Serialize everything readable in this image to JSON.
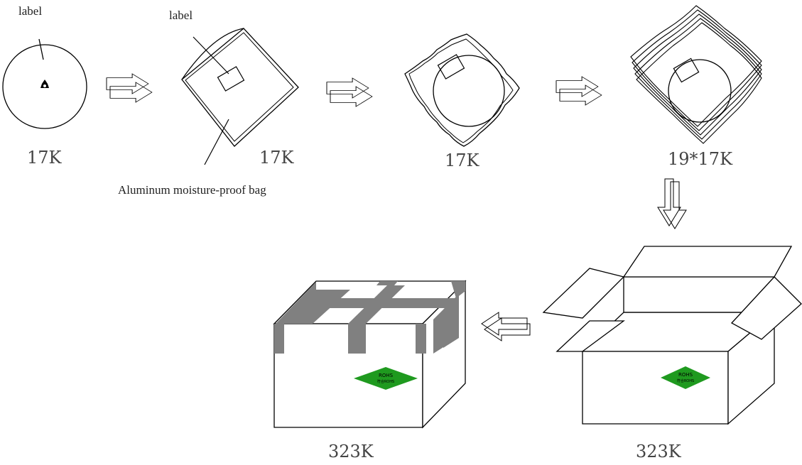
{
  "labels": {
    "label_1": "label",
    "label_2": "label",
    "bag_caption": "Aluminum moisture-proof bag"
  },
  "quantities": {
    "reel": "17K",
    "bagged": "17K",
    "sealed": "17K",
    "stack": "19*17K",
    "sealed_box": "323K",
    "open_box": "323K"
  },
  "rohs": {
    "line1": "ROHS",
    "line2": "符合ROHS"
  },
  "colors": {
    "tape": "#808080",
    "rohs_badge": "#1f9a1f",
    "outline": "#000000"
  }
}
